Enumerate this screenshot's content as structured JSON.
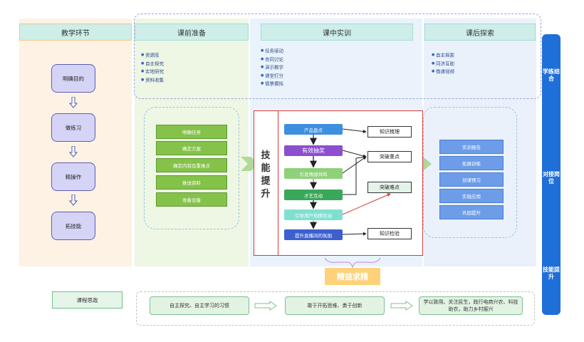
{
  "headers": {
    "col1": "教学环节",
    "col2": "课前准备",
    "col3": "课中实训",
    "col4": "课后探索"
  },
  "col1_nodes": [
    "明确目的",
    "做练习",
    "精操作",
    "拓技能"
  ],
  "col2_bullets": [
    "资源库",
    "自主探究",
    "实地研究",
    "资料收集"
  ],
  "col3_bullets": [
    "任务驱动",
    "合同讨论",
    "演示教学",
    "课堂打分",
    "情景模拟"
  ],
  "col4_bullets": [
    "自主探索",
    "同济互助",
    "微课视频"
  ],
  "col2_items": [
    "明确任务",
    "确定方案",
    "确定内容及重难点",
    "推送资料",
    "准备设备"
  ],
  "center_title": "技能提升",
  "center_pills": [
    {
      "text": "产品盘点",
      "color": "#3d8fe0"
    },
    {
      "text": "有效抽奖",
      "color": "#8b4fcf"
    },
    {
      "text": "引发情感共鸣",
      "color": "#8fd07a"
    },
    {
      "text": "才艺互动",
      "color": "#3aa85a"
    },
    {
      "text": "引导用户热情互动",
      "color": "#7fe0d0"
    },
    {
      "text": "提升直播间的氛围",
      "color": "#3d5fcf"
    }
  ],
  "center_outputs": [
    "知识梳理",
    "突破重点",
    "突破难点",
    "知识检验"
  ],
  "col4_items": [
    "实训报告",
    "拓展训练",
    "创课预习",
    "实践应用",
    "巩固提升"
  ],
  "fine_label": "精益求精",
  "right_labels": [
    "学练结合",
    "对接岗位",
    "技能提升"
  ],
  "bottom": {
    "label": "课程思政",
    "boxes": [
      "自主探究、自主学习的习惯",
      "敢于开拓思维、勇于创新",
      "学以致用、关注民生，践行电商兴农、科技助农，助力乡村振兴"
    ]
  },
  "colors": {
    "header_fill": "#cdeee9",
    "lavender_node": "#d5d4f6",
    "green_item": "#84c24a",
    "blue_item": "#6d9de8",
    "red_outline": "#d83a3a",
    "right_bar": "#1f6fd8",
    "fine_label": "#ffd27a"
  }
}
